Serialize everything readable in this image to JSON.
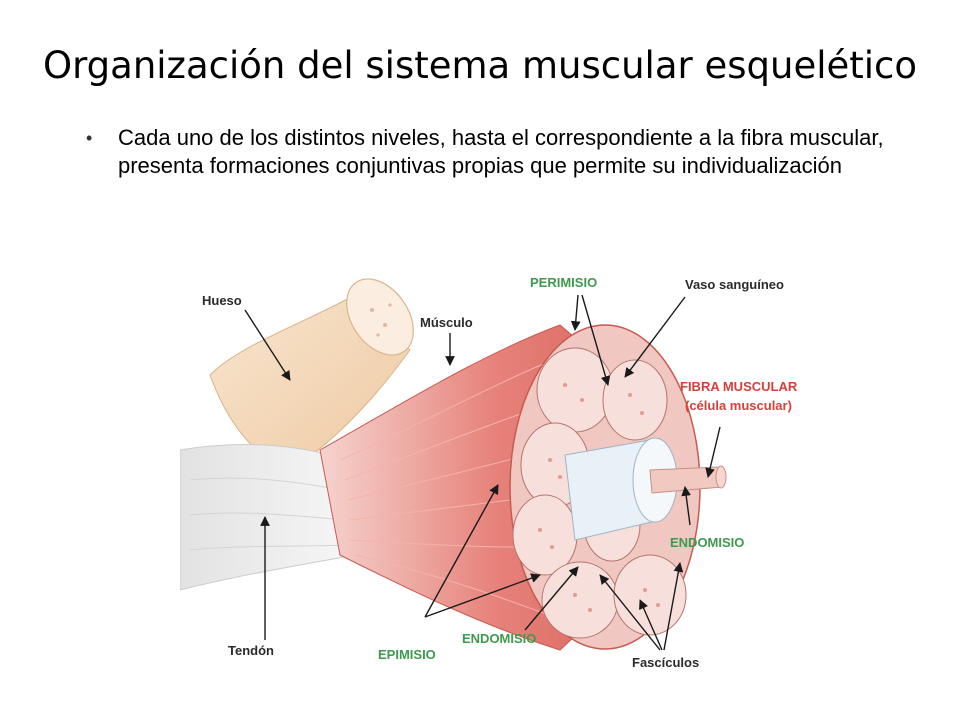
{
  "slide": {
    "title": "Organización del sistema muscular esquelético",
    "bullets": [
      {
        "marker": "•",
        "text": "Cada uno de los distintos niveles, hasta el correspondiente a la fibra muscular, presenta formaciones conjuntivas propias que permite su individualización"
      }
    ]
  },
  "diagram": {
    "labels": {
      "hueso": "Hueso",
      "musculo": "Músculo",
      "perimisio": "PERIMISIO",
      "vaso": "Vaso sanguíneo",
      "fibra_line1": "FIBRA MUSCULAR",
      "fibra_line2": "(célula muscular)",
      "endomisio_right": "ENDOMISIO",
      "tendon": "Tendón",
      "endomisio_bottom": "ENDOMISIO",
      "epimisio": "EPIMISIO",
      "fasciculos": "Fascículos"
    },
    "colors": {
      "muscle": "#e7877f",
      "muscle_light": "#f3bcb6",
      "bone": "#f4d8b8",
      "tendon": "#eeeeee",
      "fascicle": "#f6dcd8",
      "label_green": "#3e9a4f",
      "label_red": "#d6403a"
    }
  }
}
